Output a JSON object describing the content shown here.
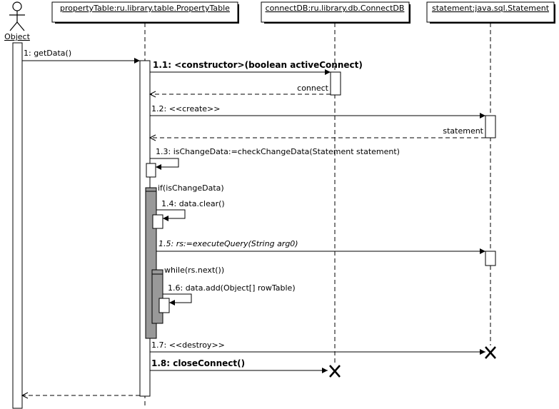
{
  "actor": {
    "label": "Object"
  },
  "participants": [
    {
      "id": "propertyTable",
      "label": "propertyTable:ru.library.table.PropertyTable"
    },
    {
      "id": "connectDB",
      "label": "connectDB:ru.library.db.ConnectDB"
    },
    {
      "id": "statement",
      "label": "statement:java.sql.Statement"
    }
  ],
  "messages": {
    "m1": "1: getData()",
    "m1_1": "1.1: <constructor>(boolean activeConnect)",
    "r1_1": "connect",
    "m1_2": "1.2: <<create>>",
    "r1_2": "statement",
    "m1_3": "1.3: isChangeData:=checkChangeData(Statement statement)",
    "m1_4": "1.4: data.clear()",
    "m1_5": "1.5: rs:=executeQuery(String arg0)",
    "m1_6": "1.6: data.add(Object[] rowTable)",
    "m1_7": "1.7: <<destroy>>",
    "m1_8": "1.8: closeConnect()"
  },
  "fragments": {
    "if_label": "if(isChangeData)",
    "while_label": "while(rs.next())"
  }
}
